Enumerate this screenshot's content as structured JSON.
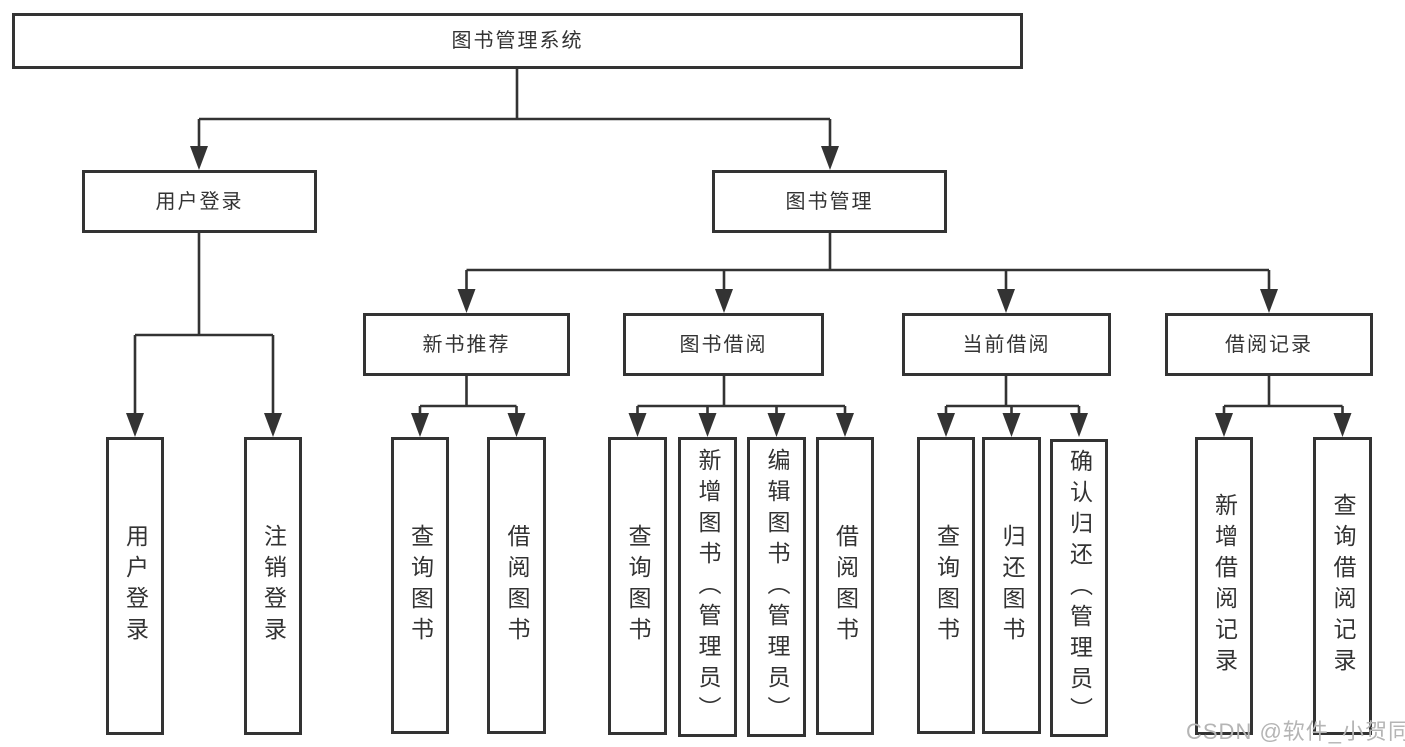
{
  "colors": {
    "line": "#333333",
    "text": "#333333",
    "bg": "#ffffff",
    "watermark": "#b5b5b5"
  },
  "watermark": {
    "text": "CSDN @软件_小贺同学"
  },
  "diagram": {
    "root": {
      "label": "图书管理系统"
    },
    "branches": [
      {
        "label": "用户登录",
        "children": [
          {
            "label": "用户登录"
          },
          {
            "label": "注销登录"
          }
        ]
      },
      {
        "label": "图书管理",
        "children": [
          {
            "label": "新书推荐",
            "children": [
              {
                "label": "查询图书"
              },
              {
                "label": "借阅图书"
              }
            ]
          },
          {
            "label": "图书借阅",
            "children": [
              {
                "label": "查询图书"
              },
              {
                "label": "新增图书（管理员）"
              },
              {
                "label": "编辑图书（管理员）"
              },
              {
                "label": "借阅图书"
              }
            ]
          },
          {
            "label": "当前借阅",
            "children": [
              {
                "label": "查询图书"
              },
              {
                "label": "归还图书"
              },
              {
                "label": "确认归还（管理员）"
              }
            ]
          },
          {
            "label": "借阅记录",
            "children": [
              {
                "label": "新增借阅记录"
              },
              {
                "label": "查询借阅记录"
              }
            ]
          }
        ]
      }
    ]
  }
}
